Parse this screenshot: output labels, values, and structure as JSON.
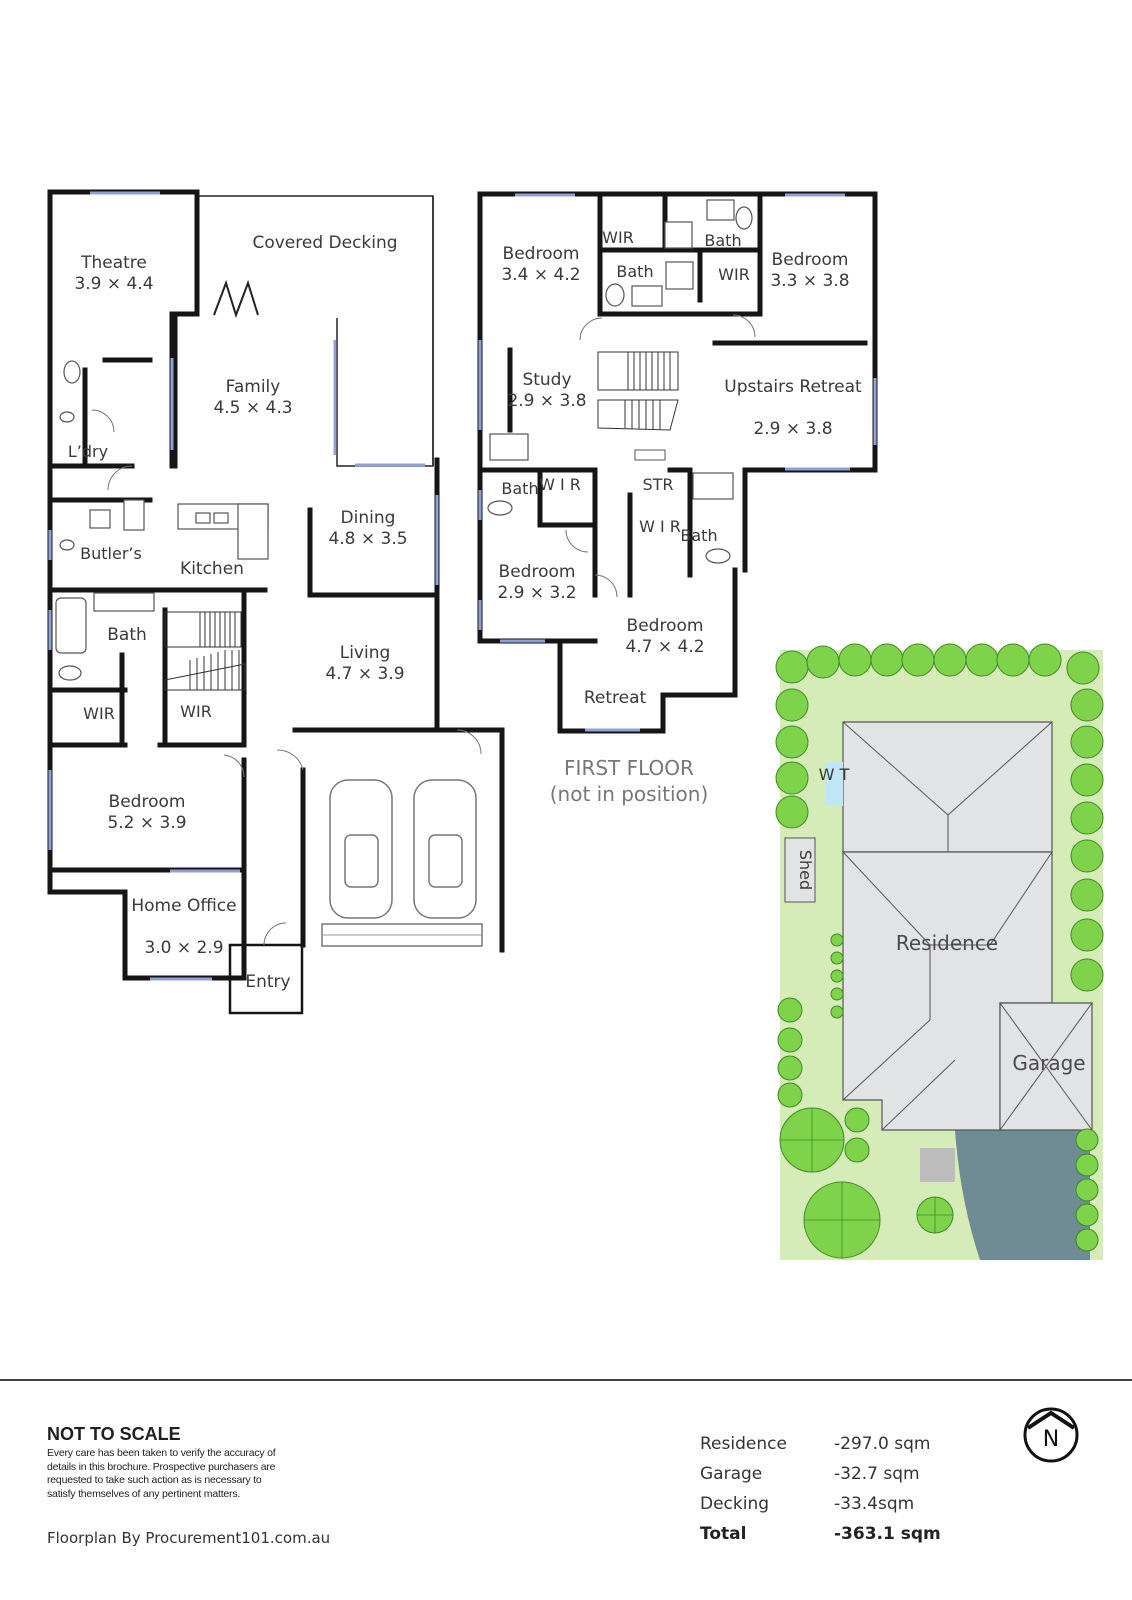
{
  "ground_floor": {
    "rooms": [
      {
        "name": "Theatre",
        "dims": "3.9 × 4.4"
      },
      {
        "name": "Covered Decking"
      },
      {
        "name": "Family",
        "dims": "4.5 × 4.3"
      },
      {
        "name": "L’dry"
      },
      {
        "name": "Butler’s"
      },
      {
        "name": "Kitchen"
      },
      {
        "name": "Dining",
        "dims": "4.8 × 3.5"
      },
      {
        "name": "Bath"
      },
      {
        "name": "Living",
        "dims": "4.7 × 3.9"
      },
      {
        "name": "WIR"
      },
      {
        "name": "WIR"
      },
      {
        "name": "Bedroom",
        "dims": "5.2 × 3.9"
      },
      {
        "name": "Home Office",
        "dims": "3.0 × 2.9"
      },
      {
        "name": "Entry"
      }
    ]
  },
  "first_floor": {
    "label": "FIRST FLOOR",
    "sublabel": "(not in position)",
    "rooms": [
      {
        "name": "Bedroom",
        "dims": "3.4 × 4.2"
      },
      {
        "name": "WIR"
      },
      {
        "name": "Bath"
      },
      {
        "name": "Bath"
      },
      {
        "name": "WIR"
      },
      {
        "name": "Bedroom",
        "dims": "3.3 × 3.8"
      },
      {
        "name": "Study",
        "dims": "2.9 × 3.8"
      },
      {
        "name": "Upstairs Retreat",
        "dims": "2.9 × 3.8"
      },
      {
        "name": "Bath"
      },
      {
        "name": "W I R"
      },
      {
        "name": "STR"
      },
      {
        "name": "W I R"
      },
      {
        "name": "Bath"
      },
      {
        "name": "Bedroom",
        "dims": "2.9 × 3.2"
      },
      {
        "name": "Bedroom",
        "dims": "4.7 × 4.2"
      },
      {
        "name": "Retreat"
      }
    ]
  },
  "site_plan": {
    "labels": {
      "wt": "W T",
      "shed": "Shed",
      "residence": "Residence",
      "garage": "Garage"
    }
  },
  "footer": {
    "note_title": "NOT TO SCALE",
    "note_body": "Every care has been taken to verify the accuracy of details in this brochure. Prospective purchasers are requested to take such action as is necessary to satisfy themselves of any pertinent matters.",
    "credit": "Floorplan By Procurement101.com.au",
    "areas": [
      {
        "label": "Residence",
        "value": "-297.0 sqm"
      },
      {
        "label": "Garage",
        "value": "-32.7 sqm"
      },
      {
        "label": "Decking",
        "value": "-33.4sqm"
      }
    ],
    "total": {
      "label": "Total",
      "value": "-363.1 sqm"
    },
    "north_symbol": "N"
  },
  "colors": {
    "wall": "#151515",
    "window": "#8fa0d8",
    "lawn": "#d6ecb8",
    "tree": "#7fd34a",
    "roof": "#e2e3e5",
    "driveway": "#6f8c94"
  }
}
